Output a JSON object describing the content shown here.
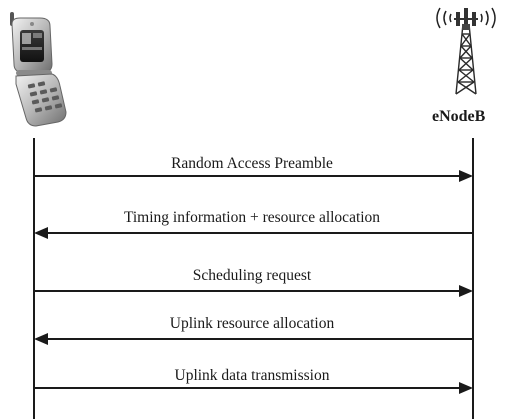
{
  "participants": {
    "ue": {
      "icon": "mobile-phone-icon"
    },
    "enodeb": {
      "label": "eNodeB",
      "icon": "cell-tower-icon"
    }
  },
  "messages": [
    {
      "label": "Random Access Preamble",
      "direction": "ue-to-enodeb"
    },
    {
      "label": "Timing information + resource allocation",
      "direction": "enodeb-to-ue"
    },
    {
      "label": "Scheduling request",
      "direction": "ue-to-enodeb"
    },
    {
      "label": "Uplink resource allocation",
      "direction": "enodeb-to-ue"
    },
    {
      "label": "Uplink data transmission",
      "direction": "ue-to-enodeb"
    }
  ]
}
